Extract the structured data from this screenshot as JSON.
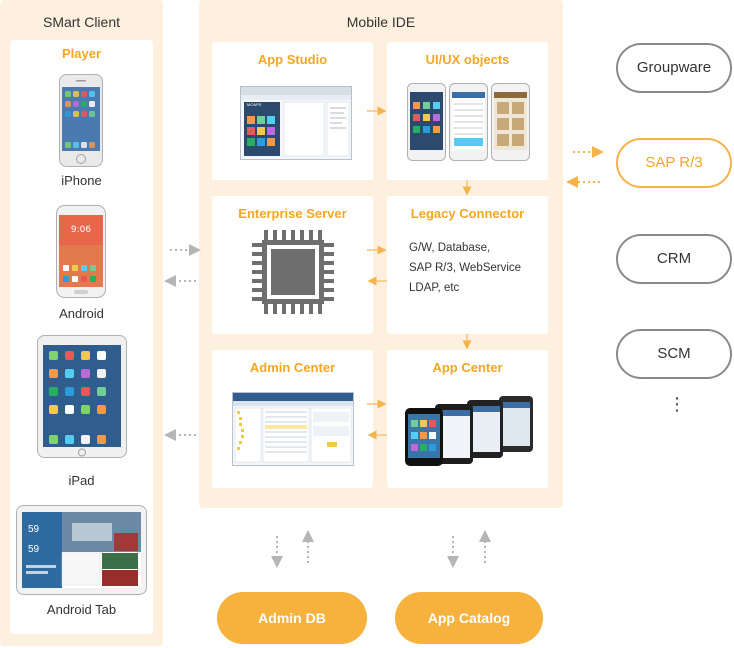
{
  "smart_client": {
    "title": "SMart Client",
    "section": "Player",
    "devices": [
      {
        "label": "iPhone"
      },
      {
        "label": "Android"
      },
      {
        "label": "iPad"
      },
      {
        "label": "Android Tab"
      }
    ],
    "tablet_screen_text": {
      "number_1": "59",
      "number_2": "59"
    }
  },
  "mobile_ide": {
    "title": "Mobile IDE",
    "modules": {
      "app_studio": "App Studio",
      "uiux_objects": "UI/UX objects",
      "enterprise_server": "Enterprise Server",
      "legacy_connector": "Legacy Connector",
      "admin_center": "Admin Center",
      "app_center": "App Center"
    },
    "legacy_connector_items": [
      "G/W, Database,",
      "SAP R/3, WebService",
      "LDAP, etc"
    ],
    "screenshot_logo_text": "MOAPS"
  },
  "backends": [
    {
      "label": "Groupware",
      "active": false
    },
    {
      "label": "SAP R/3",
      "active": true
    },
    {
      "label": "CRM",
      "active": false
    },
    {
      "label": "SCM",
      "active": false
    }
  ],
  "more_indicator": "⋮",
  "databases": [
    {
      "label": "Admin DB"
    },
    {
      "label": "App Catalog"
    }
  ],
  "colors": {
    "accent": "#f5a623",
    "panel": "#fdf0de",
    "arrow_gray": "#b5b5b5",
    "arrow_orange": "#f5b34a"
  }
}
